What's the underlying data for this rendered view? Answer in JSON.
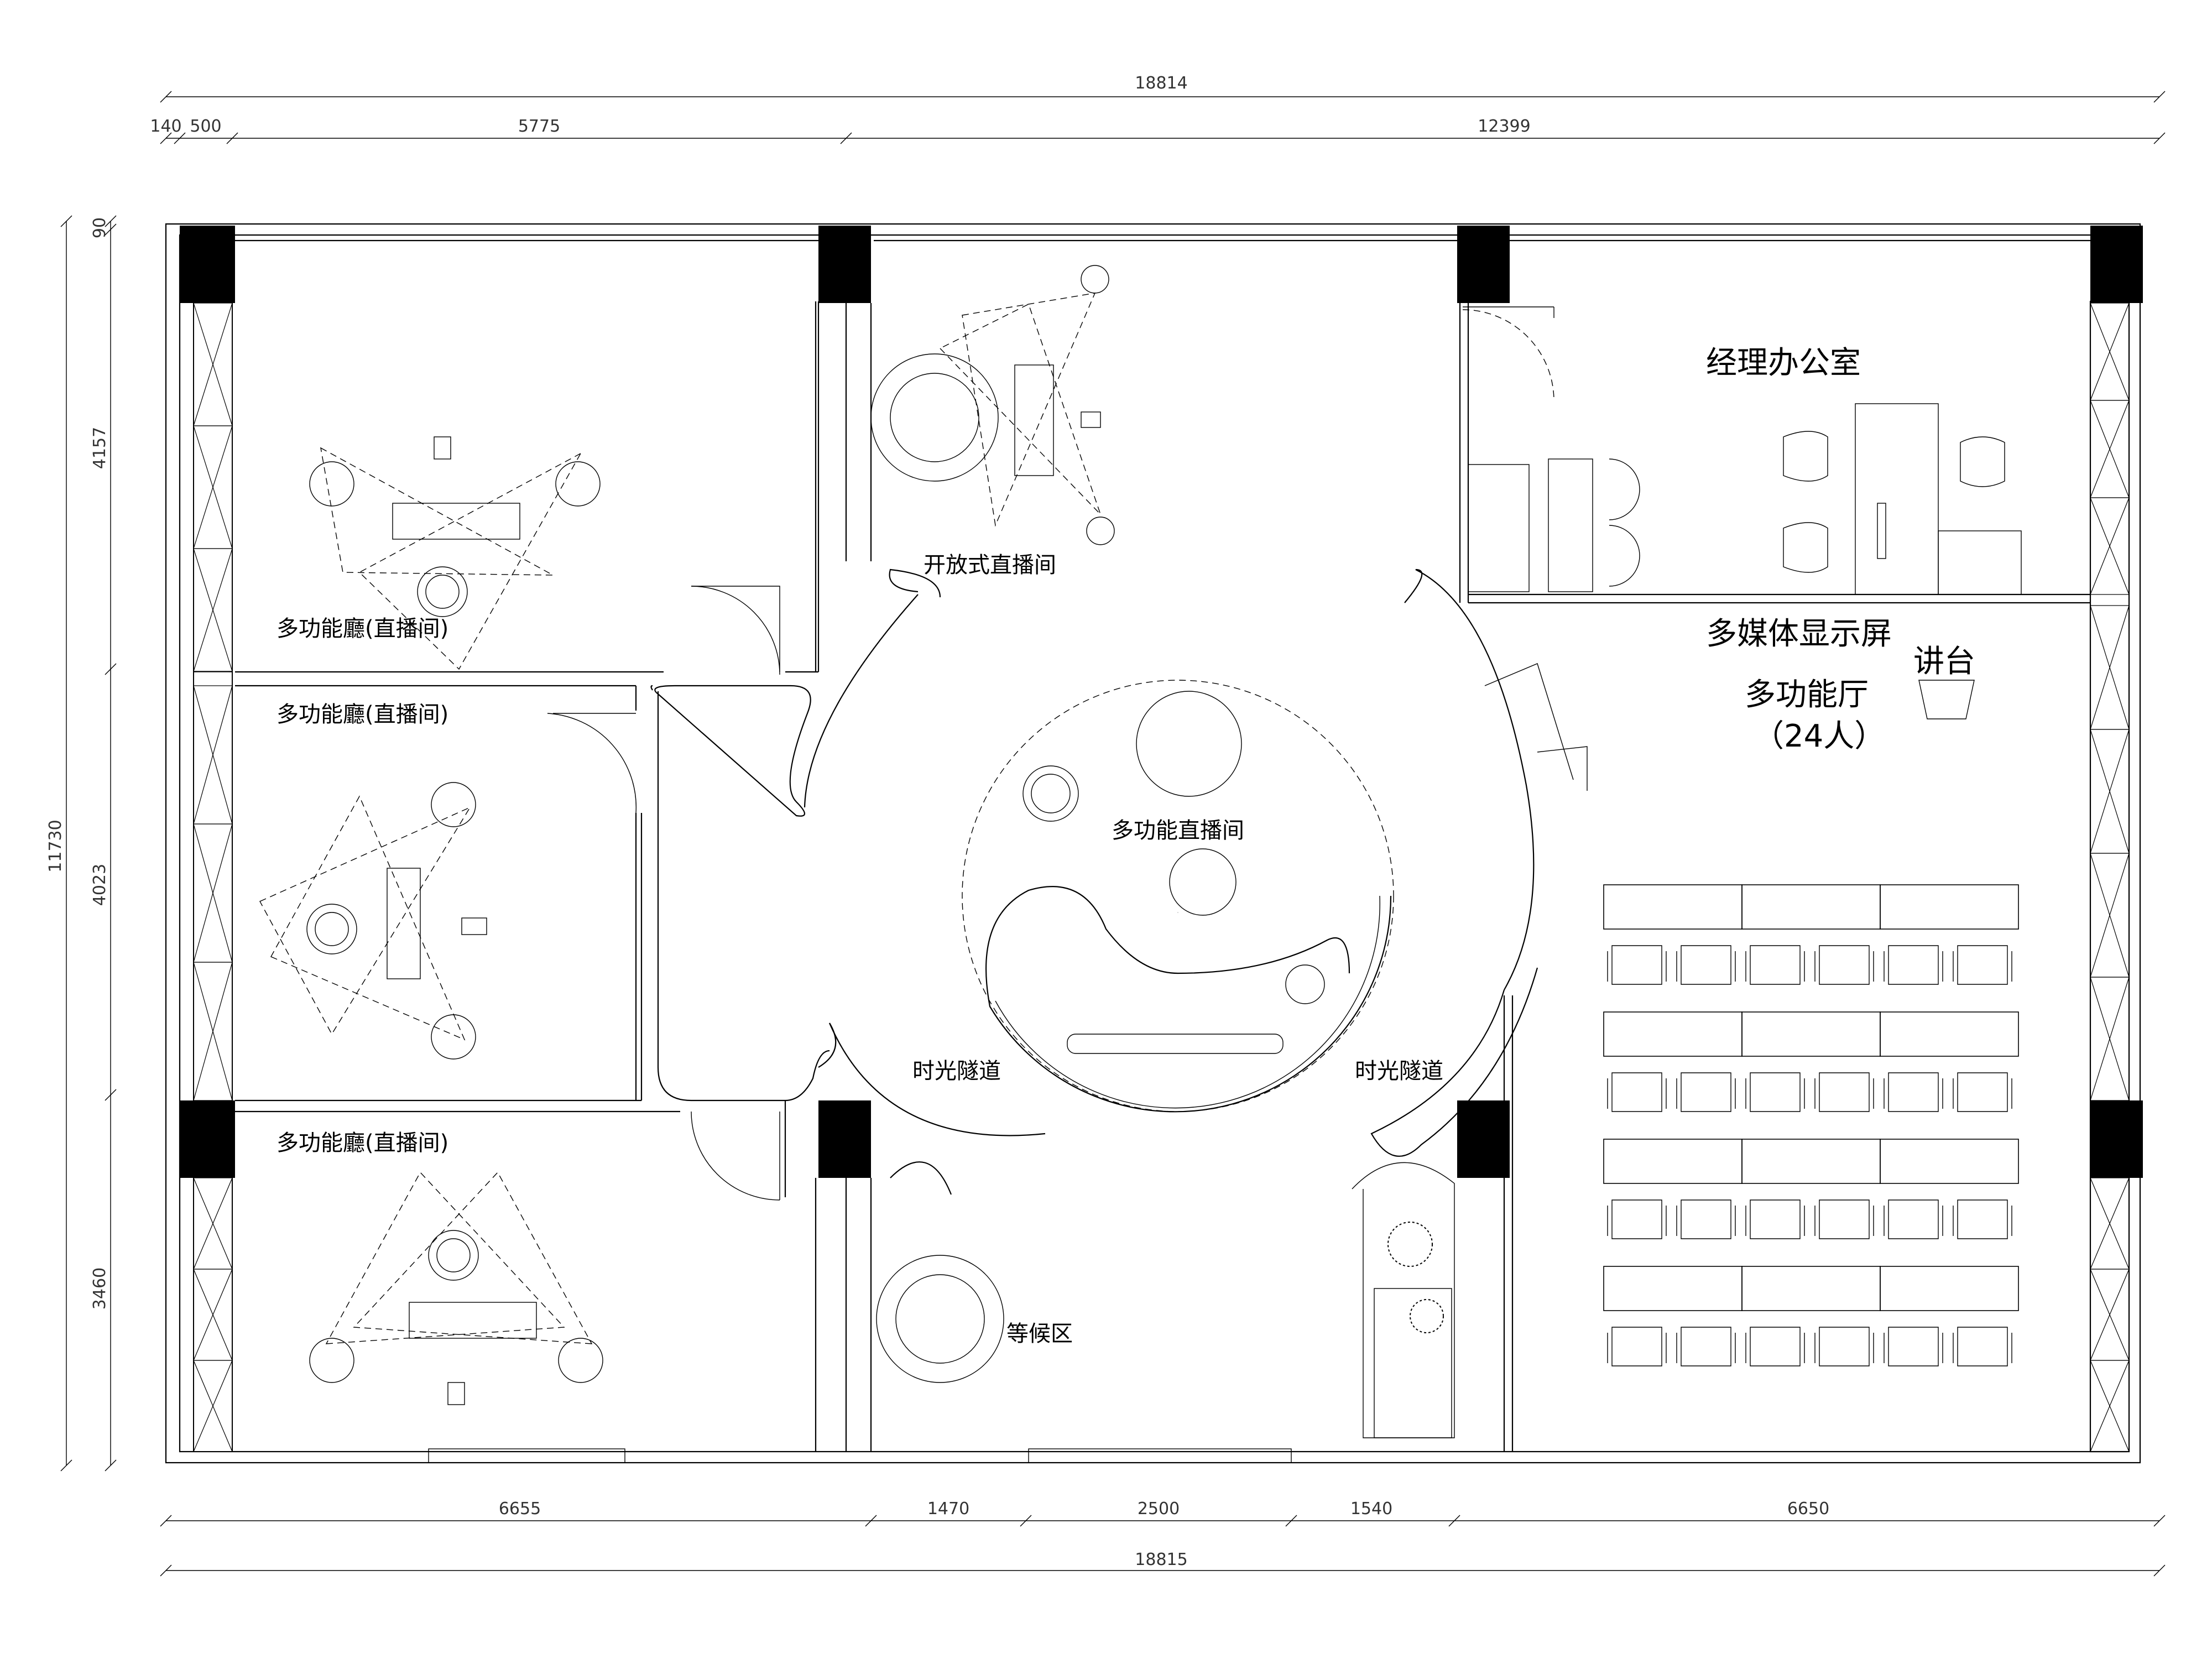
{
  "dimensions": {
    "top_total": "18814",
    "top_seg1": "140",
    "top_seg2": "500",
    "top_seg3": "5775",
    "top_seg4": "12399",
    "bottom_seg1": "6655",
    "bottom_seg2": "1470",
    "bottom_seg3": "2500",
    "bottom_seg4": "1540",
    "bottom_seg5": "6650",
    "bottom_total": "18815",
    "left_total": "11730",
    "left_seg0": "90",
    "left_seg1": "4157",
    "left_seg2": "4023",
    "left_seg3": "3460"
  },
  "rooms": {
    "multi_room_1": "多功能廳(直播间)",
    "multi_room_2": "多功能廳(直播间)",
    "multi_room_3": "多功能廳(直播间)",
    "open_live": "开放式直播间",
    "multi_live": "多功能直播间",
    "tunnel_left": "时光隧道",
    "tunnel_right": "时光隧道",
    "waiting": "等候区",
    "manager": "经理办公室",
    "screen": "多媒体显示屏",
    "podium": "讲台",
    "hall": "多功能厅",
    "hall_capacity": "（24人）"
  }
}
